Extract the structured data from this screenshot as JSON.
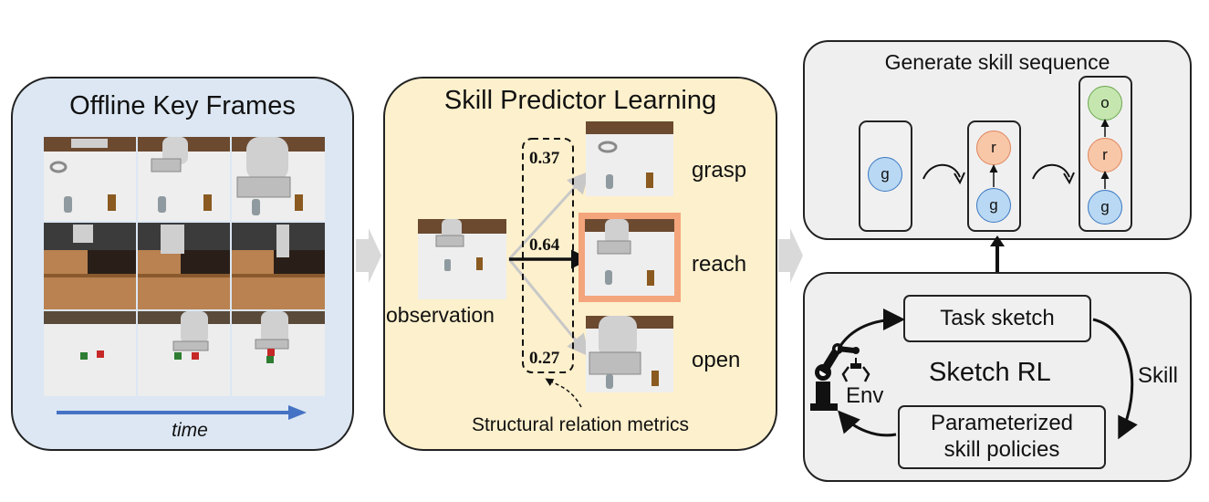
{
  "offline": {
    "title": "Offline Key Frames",
    "time_label": "time"
  },
  "predictor": {
    "title": "Skill Predictor Learning",
    "observation_label": "observation",
    "scores": [
      "0.37",
      "0.64",
      "0.27"
    ],
    "skills": [
      "grasp",
      "reach",
      "open"
    ],
    "metrics_label": "Structural relation metrics"
  },
  "generate": {
    "title": "Generate skill sequence",
    "columns": [
      [
        "g"
      ],
      [
        "r",
        "g"
      ],
      [
        "o",
        "r",
        "g"
      ]
    ]
  },
  "sketch": {
    "task_sketch": "Task sketch",
    "center_label": "Sketch RL",
    "skill_label": "Skill",
    "env_label": "Env",
    "policies_line1": "Parameterized",
    "policies_line2": "skill policies"
  },
  "colors": {
    "offline_bg": "#dce7f3",
    "predictor_bg": "#fdf0cc",
    "right_bg": "#efefef",
    "highlight": "#f4a57c",
    "time_arrow": "#4472c4"
  }
}
